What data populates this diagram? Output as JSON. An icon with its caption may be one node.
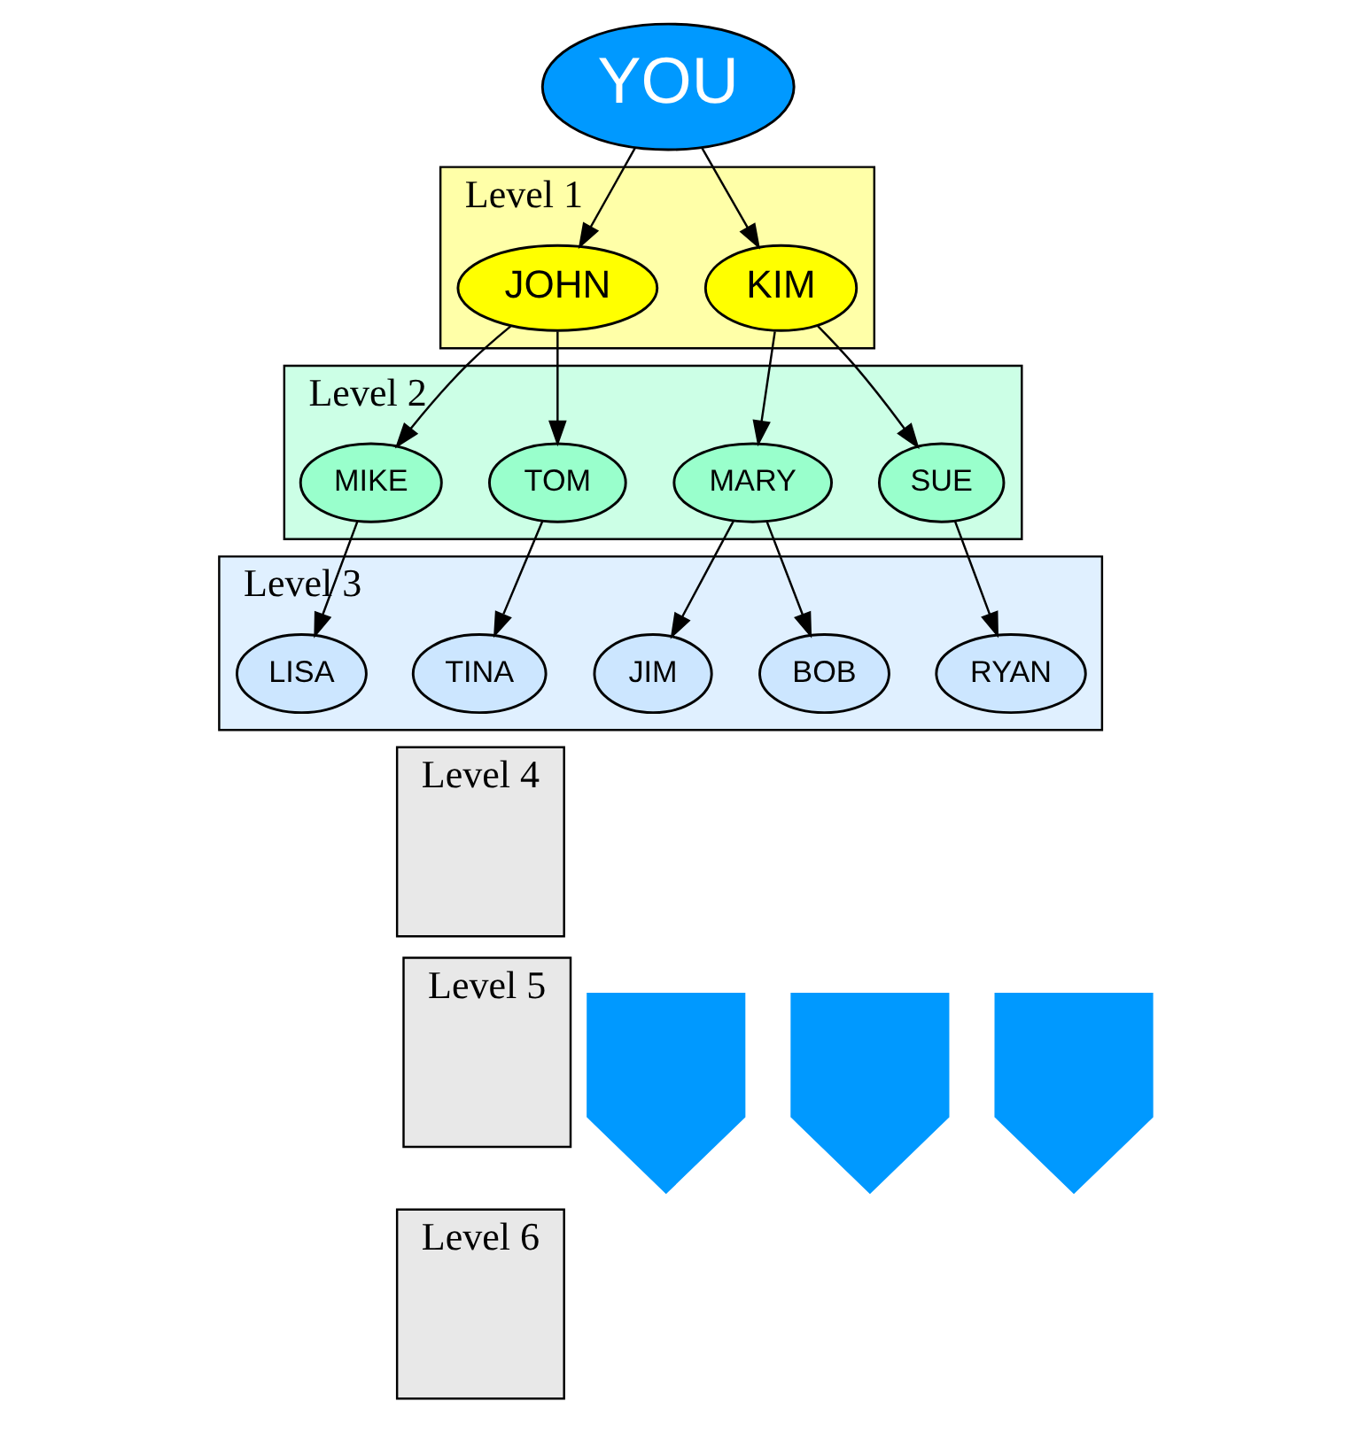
{
  "diagram": {
    "nodes": [
      {
        "text": [
          "YOU"
        ]
      },
      {
        "text": [
          "Level 1"
        ]
      },
      {
        "text": [
          "KIM"
        ],
        "in": 1
      },
      {
        "text": [
          "JOHN"
        ],
        "in": 1
      },
      {
        "text": [
          "Level 2"
        ]
      },
      {
        "text": [
          "MARY"
        ],
        "in": 4
      },
      {
        "text": [
          "SUE"
        ],
        "in": 4
      },
      {
        "text": [
          "MIKE"
        ],
        "in": 4
      },
      {
        "text": [
          "TOM"
        ],
        "in": 4
      },
      {
        "text": [
          "Level 3"
        ]
      },
      {
        "text": [
          "JIM"
        ],
        "in": 9
      },
      {
        "text": [
          "BOB"
        ],
        "in": 9
      },
      {
        "text": [
          "RYAN"
        ],
        "in": 9
      },
      {
        "text": [
          "LISA"
        ],
        "in": 9
      },
      {
        "text": [
          "TINA"
        ],
        "in": 9
      },
      {
        "text": [
          "Level 4"
        ]
      },
      {
        "text": [
          "Level 5"
        ]
      },
      {
        "text": [
          "Level 6"
        ]
      },
      {
        "text": [],
        "shape": "arrow"
      },
      {
        "text": [],
        "shape": "arrow"
      },
      {
        "text": [],
        "shape": "arrow"
      }
    ],
    "edges": [
      {
        "from": 0,
        "to": 2,
        "arrow": "to"
      },
      {
        "from": 0,
        "to": 3,
        "arrow": "to"
      },
      {
        "from": 2,
        "to": 5,
        "arrow": "to"
      },
      {
        "from": 2,
        "to": 6,
        "arrow": "to"
      },
      {
        "from": 3,
        "to": 7,
        "arrow": "to"
      },
      {
        "from": 3,
        "to": 8,
        "arrow": "to"
      },
      {
        "from": 5,
        "to": 10,
        "arrow": "to"
      },
      {
        "from": 5,
        "to": 11,
        "arrow": "to"
      },
      {
        "from": 6,
        "to": 12,
        "arrow": "to"
      },
      {
        "from": 7,
        "to": 13,
        "arrow": "to"
      },
      {
        "from": 8,
        "to": 14,
        "arrow": "to"
      }
    ]
  }
}
